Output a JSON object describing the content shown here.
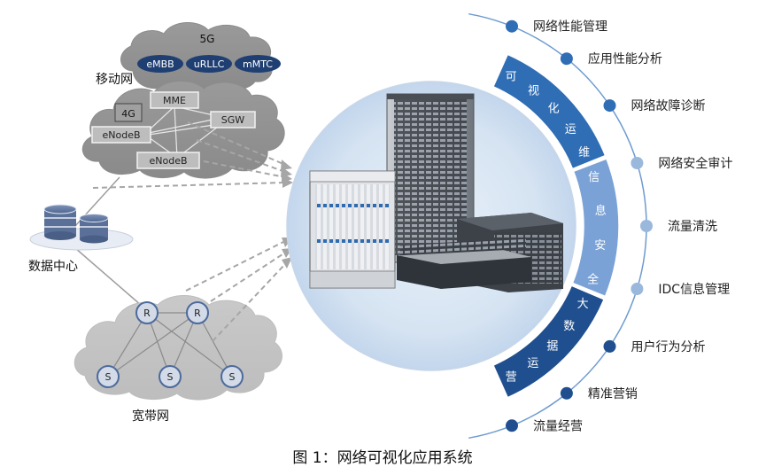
{
  "mobile_network": {
    "label": "移动网",
    "fiveg": {
      "label": "5G",
      "scenarios": [
        "eMBB",
        "uRLLC",
        "mMTC"
      ]
    },
    "fourg": {
      "label": "4G",
      "nodes": {
        "mme": "MME",
        "sgw": "SGW",
        "enb1": "eNodeB",
        "enb2": "eNodeB"
      }
    }
  },
  "data_center": {
    "label": "数据中心"
  },
  "broadband": {
    "label": "宽带网",
    "routers": [
      "R",
      "R"
    ],
    "switches": [
      "S",
      "S",
      "S"
    ]
  },
  "segments": [
    {
      "label": "可视化运维",
      "color": "#2f6db5"
    },
    {
      "label": "信息安全",
      "color": "#7aa2d6"
    },
    {
      "label": "大数据运营",
      "color": "#1f4f8f"
    }
  ],
  "functions": [
    "网络性能管理",
    "应用性能分析",
    "网络故障诊断",
    "网络安全审计",
    "流量清洗",
    "IDC信息管理",
    "用户行为分析",
    "精准营销",
    "流量经营"
  ],
  "caption": "图 1：网络可视化应用系统"
}
